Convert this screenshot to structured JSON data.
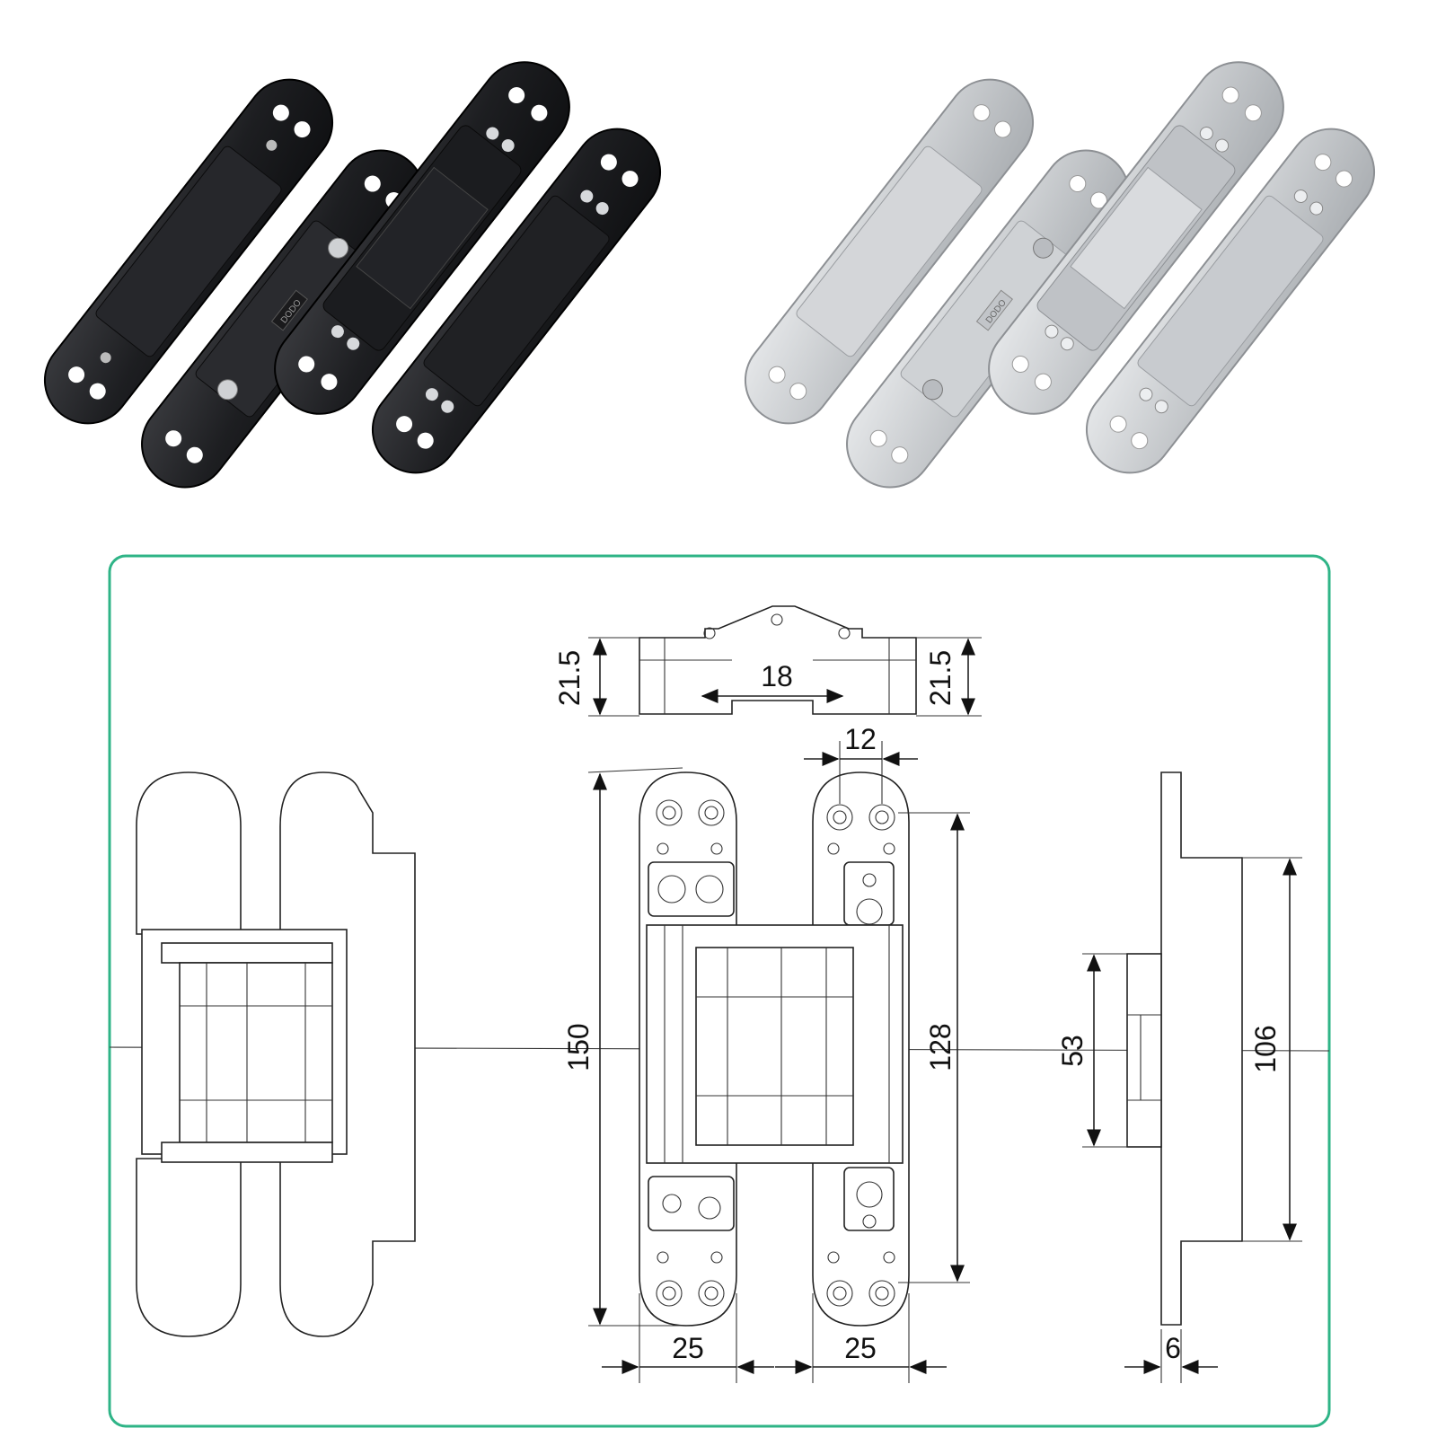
{
  "photos": {
    "black_hinge_pair": {
      "finish": "black",
      "color": "#1b1c1f",
      "stamp_text": "DODO"
    },
    "silver_hinge_pair": {
      "finish": "silver",
      "color": "#c9ccd0",
      "stamp_text": "DODO"
    }
  },
  "drawing_frame": {
    "border_color": "#2fb487"
  },
  "dimensions": {
    "height_left": "21.5",
    "height_right": "21.5",
    "gap": "18",
    "hole_spacing": "12",
    "overall_length": "150",
    "screw_span": "128",
    "width_left": "25",
    "width_right": "25",
    "body_length": "106",
    "mount_length": "53",
    "flange_thickness": "6"
  }
}
